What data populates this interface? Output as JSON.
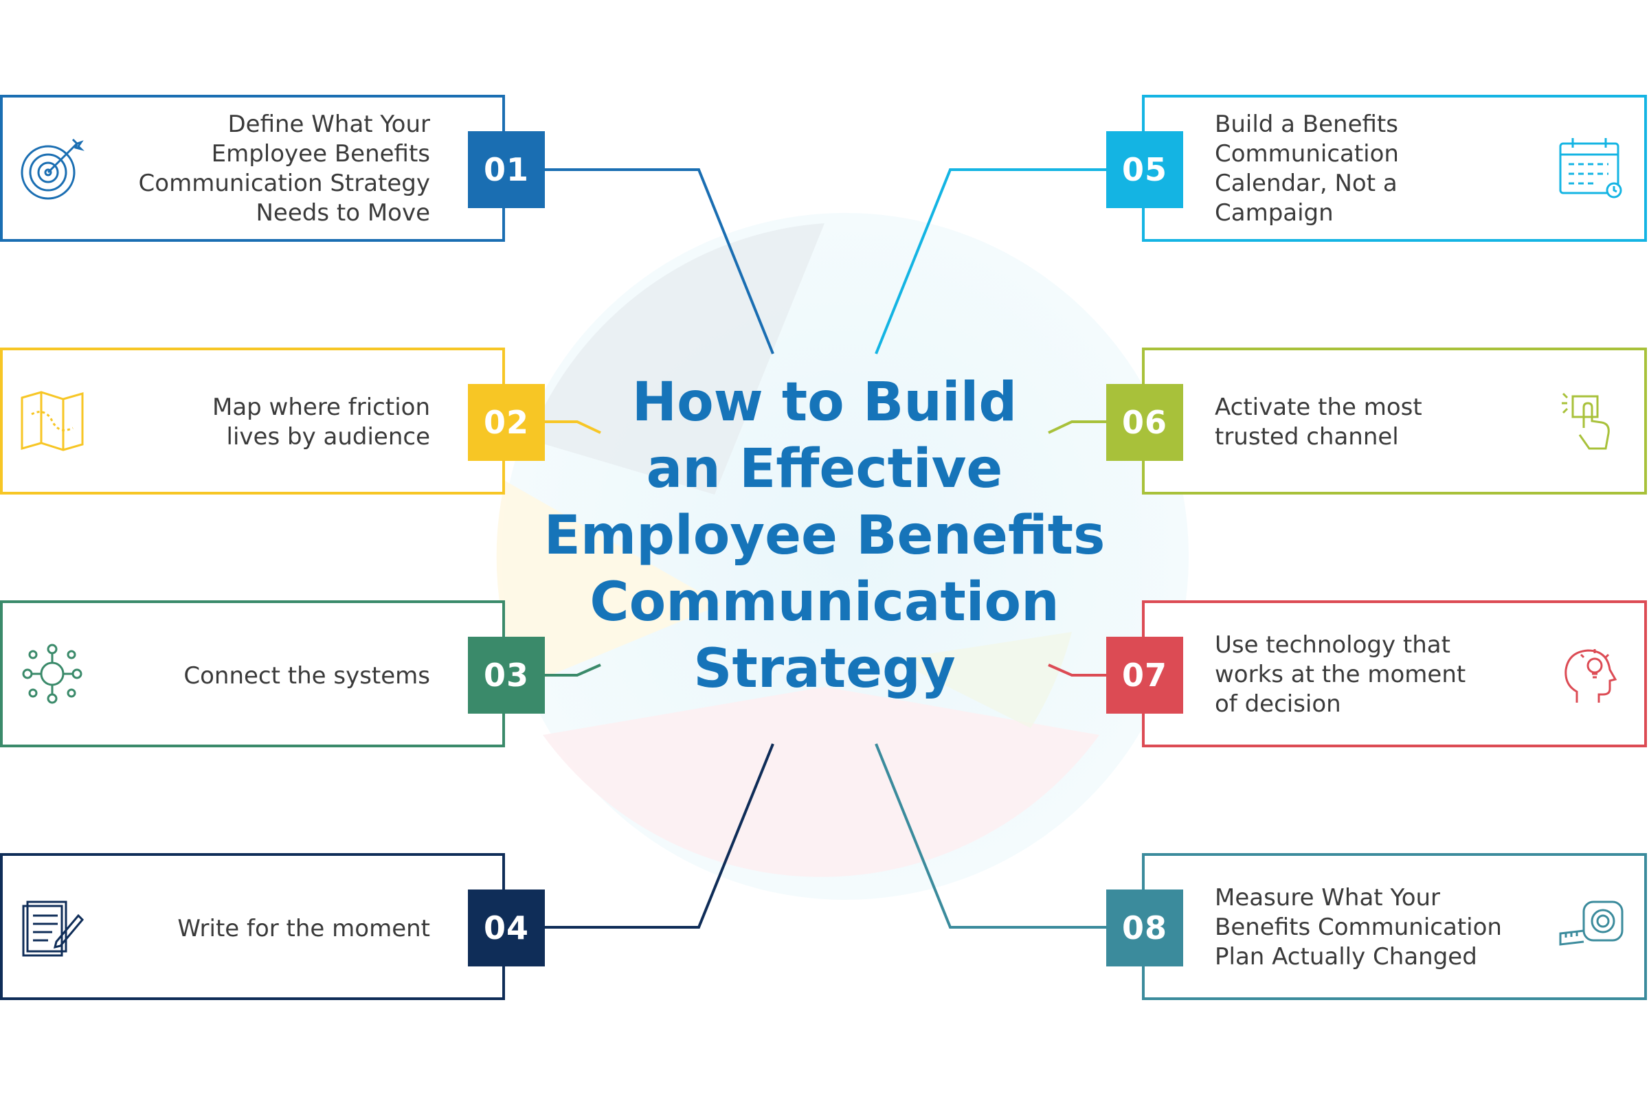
{
  "title": {
    "line1": "How to Build",
    "line2": "an Effective",
    "line3": "Employee Benefits",
    "line4": "Communication",
    "line5": "Strategy"
  },
  "colors": {
    "title": "#1674b9",
    "step01": "#1a6eb2",
    "step02": "#f7c625",
    "step03": "#3a8a6a",
    "step04": "#0f2d58",
    "step05": "#14b4e3",
    "step06": "#a8c13a",
    "step07": "#dc4b54",
    "step08": "#3b8b9c"
  },
  "steps": [
    {
      "number": "01",
      "text": "Define What Your Employee Benefits Communication Strategy Needs to Move",
      "lines": [
        "Define What Your",
        "Employee Benefits",
        "Communication Strategy",
        "Needs to Move"
      ],
      "icon": "target-icon"
    },
    {
      "number": "02",
      "text": "Map where friction lives by audience",
      "lines": [
        "Map where friction",
        "lives by audience"
      ],
      "icon": "map-icon"
    },
    {
      "number": "03",
      "text": "Connect the systems",
      "lines": [
        "Connect the systems"
      ],
      "icon": "network-icon"
    },
    {
      "number": "04",
      "text": "Write for the moment",
      "lines": [
        "Write for the moment"
      ],
      "icon": "document-pen-icon"
    },
    {
      "number": "05",
      "text": "Build a Benefits Communication Calendar, Not a Campaign",
      "lines": [
        "Build a Benefits",
        "Communication",
        "Calendar, Not a",
        "Campaign"
      ],
      "icon": "calendar-icon"
    },
    {
      "number": "06",
      "text": "Activate the most trusted channel",
      "lines": [
        "Activate the most",
        "trusted channel"
      ],
      "icon": "touch-icon"
    },
    {
      "number": "07",
      "text": "Use technology that works at the moment of decision",
      "lines": [
        "Use technology that",
        "works at the moment",
        "of decision"
      ],
      "icon": "head-lightbulb-icon"
    },
    {
      "number": "08",
      "text": "Measure What Your Benefits Communication Plan Actually Changed",
      "lines": [
        "Measure What Your",
        "Benefits Communication",
        "Plan Actually Changed"
      ],
      "icon": "measuring-tape-icon"
    }
  ]
}
